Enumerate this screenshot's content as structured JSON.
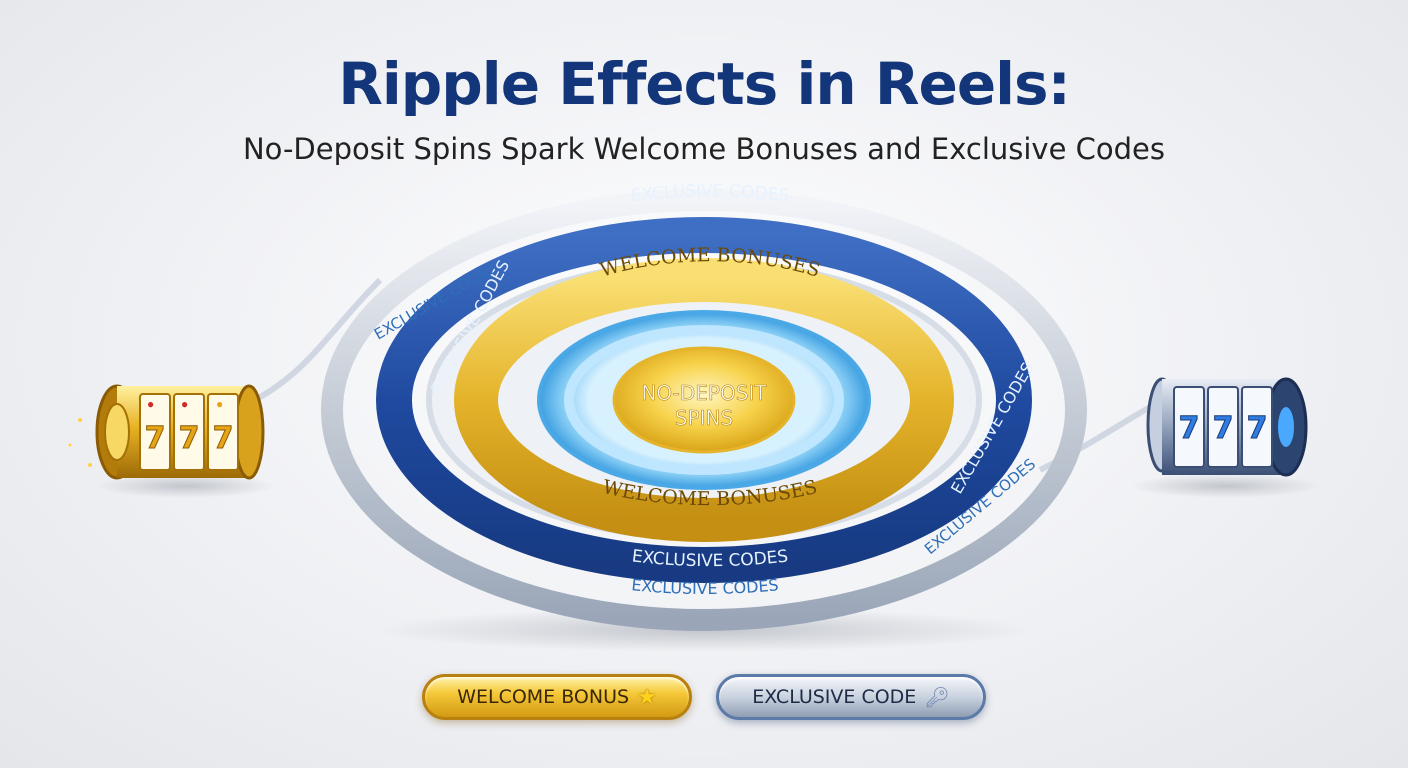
{
  "header": {
    "title": "Ripple Effects in Reels:",
    "subtitle": "No-Deposit Spins Spark Welcome Bonuses and Exclusive Codes"
  },
  "ripple": {
    "center_line1": "NO-DEPOSIT",
    "center_line2": "SPINS",
    "welcome_ring_label": "WELCOME BONUSES",
    "exclusive_ring_label": "EXCLUSIVE CODES"
  },
  "reels": {
    "gold_symbols": [
      "7",
      "7",
      "7"
    ],
    "blue_symbols": [
      "7",
      "7",
      "7"
    ]
  },
  "buttons": {
    "welcome_label": "WELCOME BONUS",
    "exclusive_label": "EXCLUSIVE CODE"
  },
  "colors": {
    "title": "#13357a",
    "gold": "#e8b625",
    "deep_blue": "#1f4aa0",
    "light_blue": "#7fc8f2",
    "silver": "#c5ccd6"
  },
  "icons": {
    "welcome_button_icon": "star-icon",
    "exclusive_button_icon": "key-icon"
  }
}
